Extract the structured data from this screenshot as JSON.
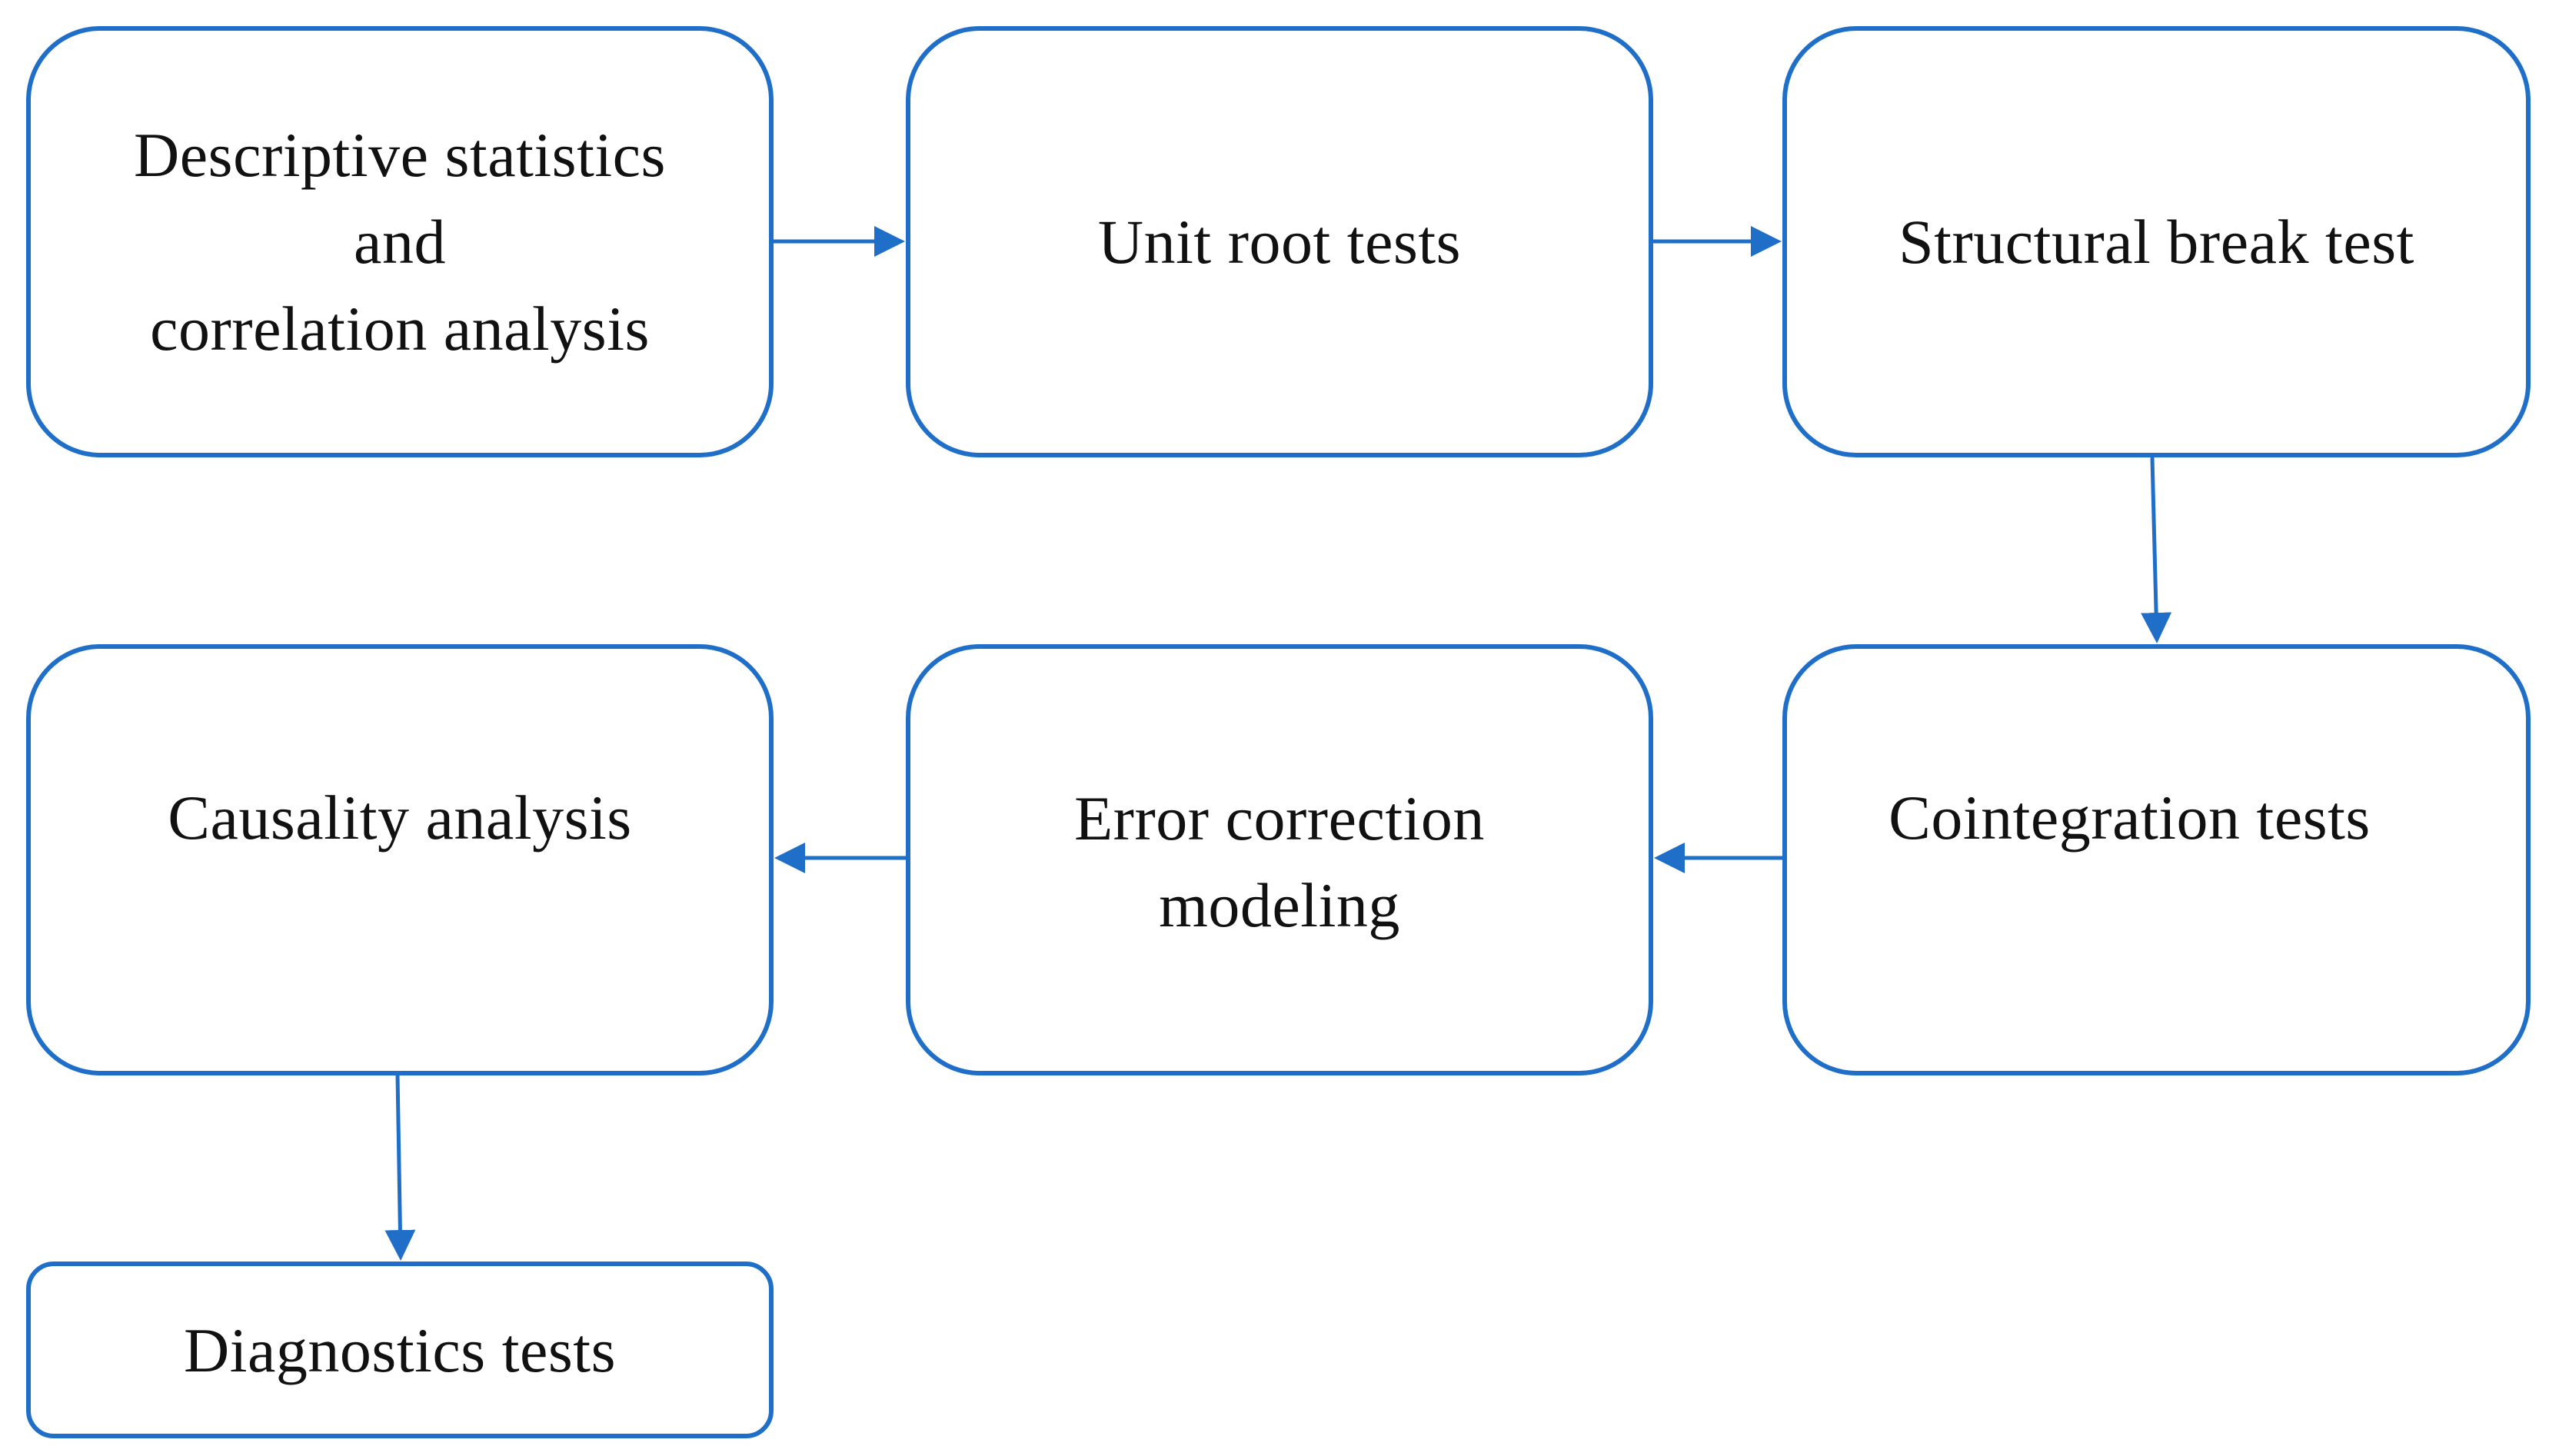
{
  "diagram": {
    "accent_color": "#1f6fc9",
    "nodes": [
      {
        "id": "descriptive",
        "label": "Descriptive statistics\nand\ncorrelation analysis"
      },
      {
        "id": "unit-root",
        "label": "Unit root tests"
      },
      {
        "id": "structural-break",
        "label": "Structural break test"
      },
      {
        "id": "cointegration",
        "label": "Cointegration tests"
      },
      {
        "id": "error-correction",
        "label": "Error correction\nmodeling"
      },
      {
        "id": "causality",
        "label": "Causality analysis"
      },
      {
        "id": "diagnostics",
        "label": "Diagnostics tests"
      }
    ],
    "edges": [
      {
        "from": "descriptive",
        "to": "unit-root"
      },
      {
        "from": "unit-root",
        "to": "structural-break"
      },
      {
        "from": "structural-break",
        "to": "cointegration"
      },
      {
        "from": "cointegration",
        "to": "error-correction"
      },
      {
        "from": "error-correction",
        "to": "causality"
      },
      {
        "from": "causality",
        "to": "diagnostics"
      }
    ]
  }
}
